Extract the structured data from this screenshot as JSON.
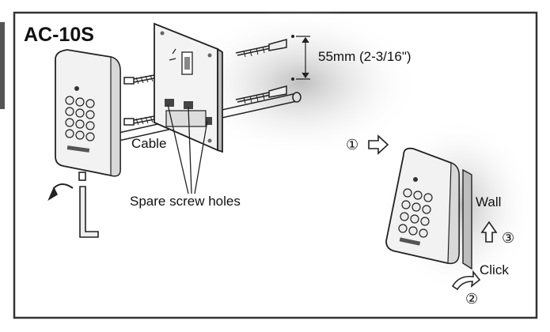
{
  "labels": {
    "model": "AC-10S",
    "dimension": "55mm (2-3/16\")",
    "cable": "Cable",
    "spare_holes": "Spare screw holes",
    "wall": "Wall",
    "click": "Click"
  },
  "steps": {
    "one": "①",
    "two": "②",
    "three": "③"
  },
  "colors": {
    "line": "#222222",
    "device": "#f2f2f2",
    "key": "#e8e8e8",
    "shadow": "#c8c8c8",
    "frame": "#333333"
  }
}
